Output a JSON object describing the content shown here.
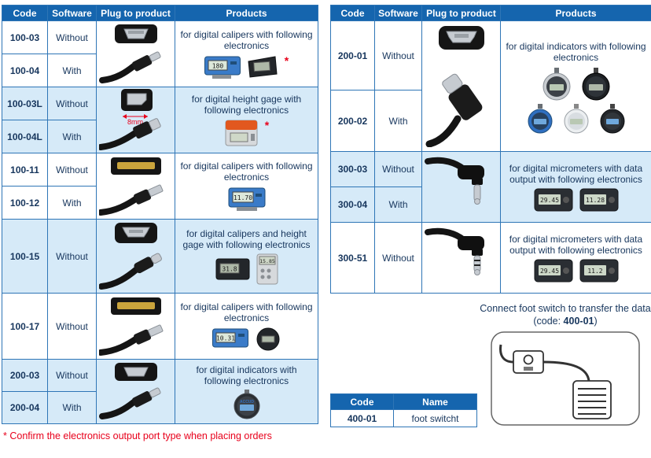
{
  "colors": {
    "header_bg": "#1565ae",
    "row_shade": "#d6eaf8",
    "border": "#2e75b6",
    "body_text": "#17365d",
    "accent_red": "#e8001b"
  },
  "left_table": {
    "headers": [
      "Code",
      "Software",
      "Plug to product",
      "Products"
    ],
    "groups": [
      {
        "rows": [
          {
            "code": "100-03",
            "software": "Without"
          },
          {
            "code": "100-04",
            "software": "With"
          }
        ],
        "plug_type": "micro-usb",
        "product_text": "for digital calipers with following electronics",
        "asterisk": "*",
        "readings": {
          "display1": "180"
        }
      },
      {
        "rows": [
          {
            "code": "100-03L",
            "software": "Without"
          },
          {
            "code": "100-04L",
            "software": "With"
          }
        ],
        "plug_type": "usb-b",
        "plug_dimension": "8mm",
        "product_text": "for digital height gage with following electronics",
        "asterisk": "*"
      },
      {
        "rows": [
          {
            "code": "100-11",
            "software": "Without"
          },
          {
            "code": "100-12",
            "software": "With"
          }
        ],
        "plug_type": "flat-connector",
        "product_text": "for digital calipers with following electronics",
        "readings": {
          "display1": "11.70"
        }
      },
      {
        "rows": [
          {
            "code": "100-15",
            "software": "Without"
          }
        ],
        "plug_type": "mini-usb",
        "product_text": "for digital calipers and height gage with following electronics",
        "readings": {
          "display1": "31.8",
          "display2": "15.85"
        }
      },
      {
        "rows": [
          {
            "code": "100-17",
            "software": "Without"
          }
        ],
        "plug_type": "flat-connector",
        "product_text": "for digital calipers with following electronics",
        "readings": {
          "display1": "10.31"
        }
      },
      {
        "rows": [
          {
            "code": "200-03",
            "software": "Without"
          },
          {
            "code": "200-04",
            "software": "With"
          }
        ],
        "plug_type": "micro-usb",
        "product_text": "for digital indicators with following electronics",
        "brand": "ACCUD"
      }
    ]
  },
  "right_table": {
    "headers": [
      "Code",
      "Software",
      "Plug to product",
      "Products"
    ],
    "groups": [
      {
        "rows": [
          {
            "code": "200-01",
            "software": "Without"
          },
          {
            "code": "200-02",
            "software": "With"
          }
        ],
        "plug_type": "mini-usb",
        "product_text": "for digital indicators with following electronics"
      },
      {
        "rows": [
          {
            "code": "300-03",
            "software": "Without"
          },
          {
            "code": "300-04",
            "software": "With"
          }
        ],
        "plug_type": "right-angle-jack",
        "product_text": "for digital micrometers with data output with following electronics",
        "readings": {
          "display1": "29.45",
          "display2": "11.28"
        }
      },
      {
        "rows": [
          {
            "code": "300-51",
            "software": "Without"
          }
        ],
        "plug_type": "right-angle-jack-4pole",
        "product_text": "for digital micrometers with data output with following electronics",
        "readings": {
          "display1": "29.45",
          "display2": "11.2"
        }
      }
    ]
  },
  "foot_switch": {
    "caption_line1": "Connect foot switch to transfer the data",
    "code_prefix": "(code: ",
    "code": "400-01",
    "code_suffix": ")"
  },
  "mini_table": {
    "headers": [
      "Code",
      "Name"
    ],
    "rows": [
      {
        "code": "400-01",
        "name": "foot switcht"
      }
    ]
  },
  "footnote": "* Confirm the electronics output port type when placing orders"
}
